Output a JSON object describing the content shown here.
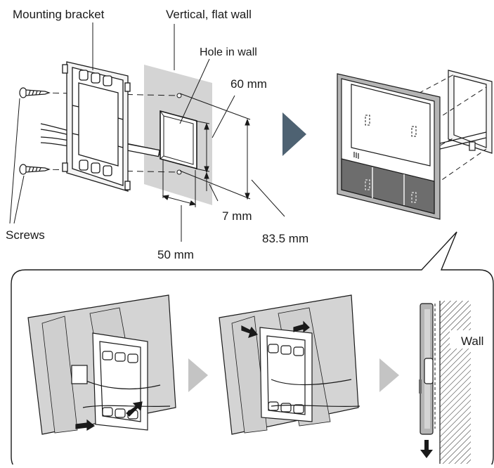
{
  "labels": {
    "mounting_bracket": "Mounting bracket",
    "vertical_flat_wall": "Vertical, flat wall",
    "hole_in_wall": "Hole in wall",
    "dim_60": "60 mm",
    "dim_7": "7 mm",
    "dim_83_5": "83.5 mm",
    "dim_50": "50 mm",
    "screws": "Screws",
    "wall": "Wall"
  },
  "colors": {
    "wall_gray": "#d4d4d4",
    "unit_gray": "#b5b5b5",
    "unit_dark": "#6d6d6d",
    "arrow_blue": "#4e6272",
    "arrow_light": "#c4c4c4",
    "line": "#1a1a1a"
  },
  "icons": {
    "step_arrow_main": "triangle-right-icon",
    "step_arrow_small": "triangle-right-icon",
    "down_arrow": "arrow-down-icon"
  }
}
